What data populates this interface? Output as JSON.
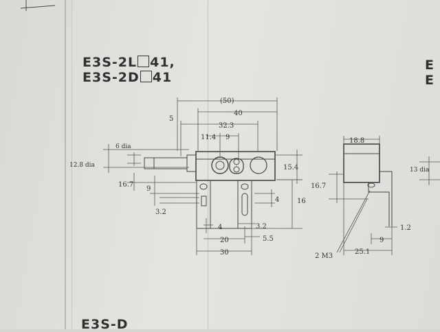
{
  "document": {
    "title_line1_prefix": "E3S-2L",
    "title_line1_suffix": "41,",
    "title_line2_prefix": "E3S-2D",
    "title_line2_suffix": "41",
    "bottom_partial_title": "E3S-D",
    "right_partial_1": "E",
    "right_partial_2": "E"
  },
  "front_view": {
    "dim_overall": "(50)",
    "dim_40": "40",
    "dim_5": "5",
    "dim_32_3": "32.3",
    "dim_11_4": "11.4",
    "dim_9_top": "9",
    "dim_12_8_dia": "12.8 dia",
    "dim_6_dia": "6 dia",
    "dim_15_4": "15.4",
    "dim_16_7": "16.7",
    "dim_9_side": "9",
    "dim_3_2_left": "3.2",
    "dim_4_right": "4",
    "dim_16": "16",
    "dim_4_bottom": "4",
    "dim_3_2_bottom": "3.2",
    "dim_20": "20",
    "dim_5_5": "5.5",
    "dim_30": "30"
  },
  "side_view": {
    "dim_18_8": "18.8",
    "dim_16_7": "16.7",
    "dim_1_2": "1.2",
    "dim_9": "9",
    "dim_2_m3": "2 M3",
    "dim_25_1": "25.1"
  },
  "edge_view": {
    "dim_13_dia": "13 dia"
  }
}
